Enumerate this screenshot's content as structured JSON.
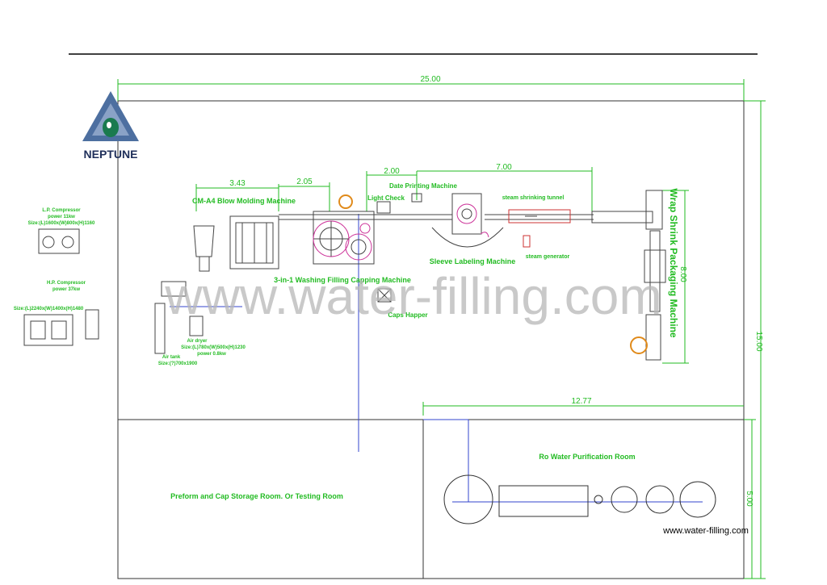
{
  "logo": {
    "name": "NEPTUNE"
  },
  "dimensions": {
    "total_width": "25.00",
    "total_height": "15.00",
    "lower_height": "5.00",
    "blow": "3.43",
    "d205": "2.05",
    "d200": "2.00",
    "d700": "7.00",
    "d1277": "12.77",
    "wrap_len": "8.00"
  },
  "machines": {
    "blow_molding": "CM-A4 Blow Molding Machine",
    "filling": "3-in-1 Washing Filling Capping Machine",
    "caps_happer": "Caps Happer",
    "light_check": "Light Check",
    "date_printing": "Date Printing Machine",
    "steam_tunnel": "steam shrinking tunnel",
    "sleeve_labeling": "Sleeve Labeling Machine",
    "steam_generator": "steam generator",
    "wrap_shrink": "Wrap Shrink Packaging Machine"
  },
  "rooms": {
    "storage": "Preform and Cap Storage Room. Or Testing Room",
    "ro_water": "Ro Water Purification Room"
  },
  "compressors": {
    "lp_title": "L.P. Compressor",
    "lp_power": "power 11kw",
    "lp_size": "Size:(L)1600x(W)800x(H)1160",
    "hp_title": "H.P. Compressor",
    "hp_power": "power 37kw",
    "hp_size": "Size:(L)2240x(W)1400x(H)1480",
    "air_tank": "Air tank",
    "air_tank_size": "Size:(?)700x1900",
    "air_dryer": "Air dryer",
    "air_dryer_size": "Size:(L)780x(W)500x(H)1230",
    "air_dryer_power": "power 0.8kw"
  },
  "watermark": "www.water-filling.com",
  "footer_url": "www.water-filling.com"
}
